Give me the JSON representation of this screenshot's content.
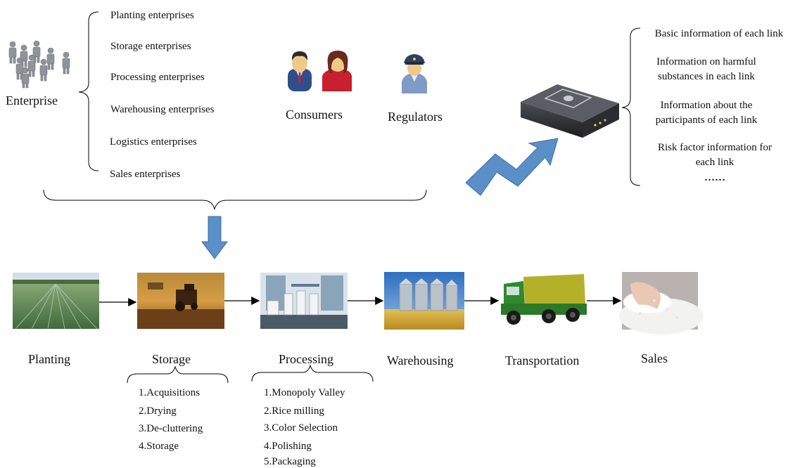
{
  "enterprise": {
    "label": "Enterprise",
    "types": [
      "Planting enterprises",
      "Storage enterprises",
      "Processing enterprises",
      "Warehousing enterprises",
      "Logistics enterprises",
      "Sales enterprises"
    ]
  },
  "actors": {
    "consumers": "Consumers",
    "regulators": "Regulators"
  },
  "server_info": {
    "items": [
      "Basic information of each link",
      "Information on harmful",
      "substances in each link",
      "Information about the",
      "participants of each link",
      "Risk factor information for",
      "each link",
      "……"
    ]
  },
  "stages": [
    {
      "label": "Planting"
    },
    {
      "label": "Storage"
    },
    {
      "label": "Processing"
    },
    {
      "label": "Warehousing"
    },
    {
      "label": "Transportation"
    },
    {
      "label": "Sales"
    }
  ],
  "storage_steps": [
    "1.Acquisitions",
    "2.Drying",
    "3.De-cluttering",
    "4.Storage"
  ],
  "processing_steps": [
    "1.Monopoly Valley",
    "2.Rice milling",
    "3.Color Selection",
    "4.Polishing",
    "5.Packaging"
  ],
  "colors": {
    "arrow_blue": "#5b8fc7",
    "arrow_stroke": "#3e6ea3",
    "line": "#000000"
  }
}
